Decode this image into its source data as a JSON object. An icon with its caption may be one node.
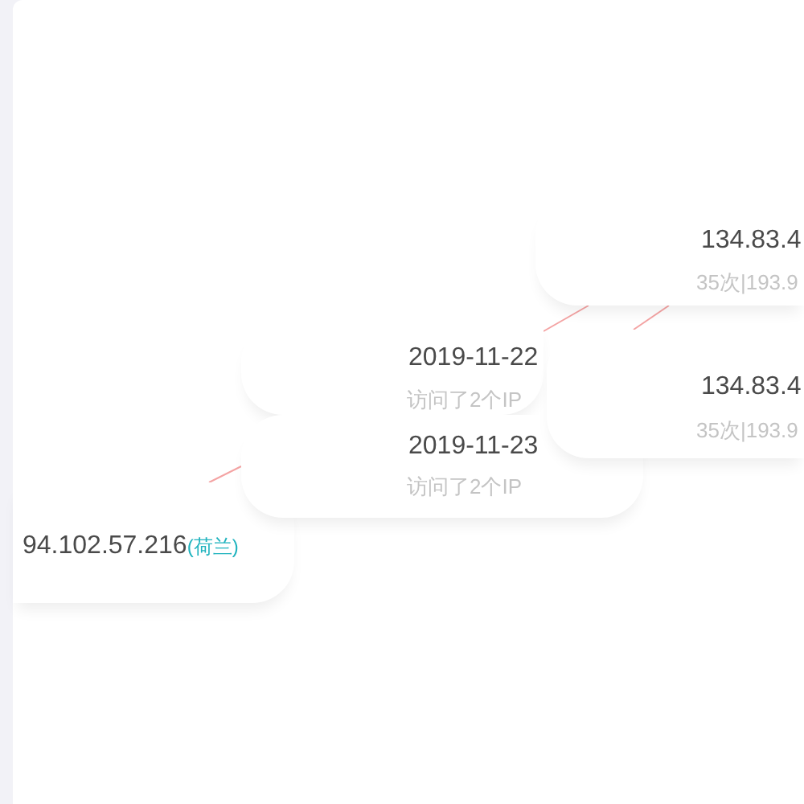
{
  "diagram": {
    "nodes": [
      {
        "text": [
          "94.102.57.216",
          "(荷兰)"
        ]
      },
      {
        "text": [
          "2019-11-22",
          "访问了2个IP"
        ]
      },
      {
        "text": [
          "2019-11-23",
          "访问了2个IP"
        ]
      },
      {
        "text": [
          "134.83.4",
          "35次|193.9"
        ]
      },
      {
        "text": [
          "134.83.4",
          "35次|193.9"
        ]
      }
    ],
    "edges": [
      {
        "from": 0,
        "to": 2,
        "arrow": "none"
      },
      {
        "from": 1,
        "to": 3,
        "arrow": "none"
      },
      {
        "from": 4,
        "to": 3,
        "arrow": "none"
      }
    ]
  }
}
